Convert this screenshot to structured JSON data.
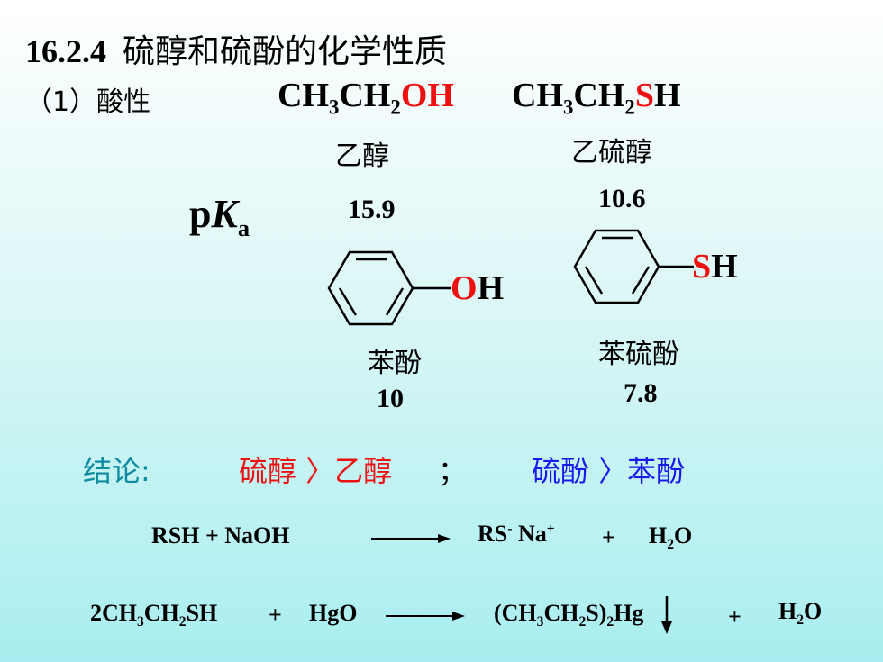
{
  "title": {
    "number": "16.2.4",
    "text": "硫醇和硫酚的化学性质"
  },
  "section": "（1）酸性",
  "ethanol": {
    "formula_a": "CH",
    "sub3": "3",
    "formula_b": "CH",
    "sub2": "2",
    "oh": "OH",
    "name": "乙醇",
    "pka": "15.9"
  },
  "ethanethiol": {
    "formula_a": "CH",
    "sub3": "3",
    "formula_b": "CH",
    "sub2": "2",
    "s": "S",
    "h": "H",
    "name": "乙硫醇",
    "pka": "10.6"
  },
  "pka_label": {
    "p": "p",
    "k": "K",
    "a": "a"
  },
  "phenol": {
    "o": "O",
    "h": "H",
    "name": "苯酚",
    "pka": "10"
  },
  "thiophenol": {
    "s": "S",
    "h": "H",
    "name": "苯硫酚",
    "pka": "7.8"
  },
  "conclusion": {
    "label": "结论:",
    "left": "硫醇 〉乙醇",
    "semicolon": "；",
    "right": "硫酚 〉苯酚"
  },
  "colors": {
    "red": "#ee1111",
    "blue": "#1a1aee",
    "teal": "#0e8aa0"
  },
  "reaction1": {
    "lhs": "RSH + NaOH",
    "rs": "RS",
    "minus": "-",
    "na": " Na",
    "plus_sup": "+",
    "plus": "+",
    "h": "H",
    "two": "2",
    "o": "O"
  },
  "reaction2": {
    "c1": "2CH",
    "s3": "3",
    "c2": "CH",
    "s2": "2",
    "sh": "SH",
    "plus1": "+",
    "hgo": "HgO",
    "p_open": "(CH",
    "ps3": "3",
    "p_ch": "CH",
    "ps2": "2",
    "p_s": "S)",
    "p_sub2": "2",
    "p_hg": "Hg",
    "plus2": "+",
    "h": "H",
    "two": "2",
    "o": "O"
  }
}
